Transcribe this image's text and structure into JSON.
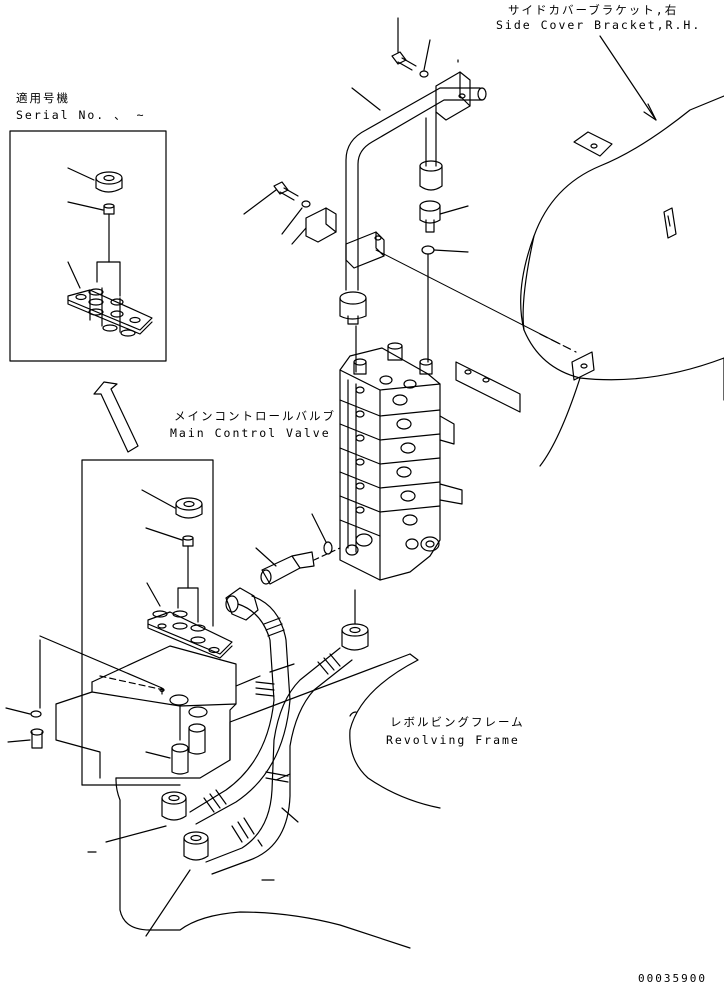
{
  "labels": {
    "side_cover_jp": "サイドカバーブラケット,右",
    "side_cover_en": "Side Cover Bracket,R.H.",
    "serial_jp": "適用号機",
    "serial_en": "Serial No. 、 ~",
    "main_valve_jp": "メインコントロールバルブ",
    "main_valve_en": "Main Control Valve",
    "revolving_jp": "レボルビングフレーム",
    "revolving_en": "Revolving Frame",
    "drawing_number": "00035900"
  }
}
